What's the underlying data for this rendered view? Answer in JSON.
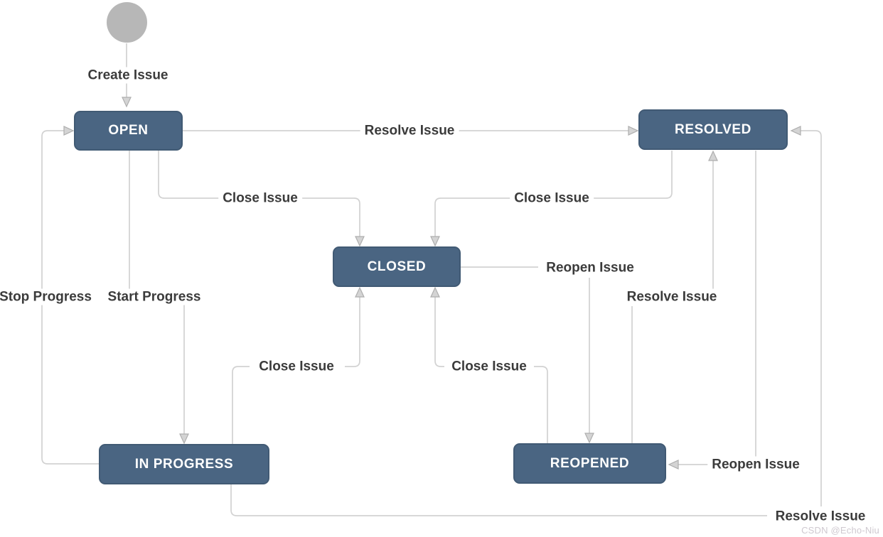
{
  "diagram": {
    "type": "issue-workflow-state-diagram",
    "nodes": {
      "start": {
        "kind": "initial-state"
      },
      "open": {
        "label": "OPEN"
      },
      "resolved": {
        "label": "RESOLVED"
      },
      "closed": {
        "label": "CLOSED"
      },
      "in_progress": {
        "label": "IN PROGRESS"
      },
      "reopened": {
        "label": "REOPENED"
      }
    },
    "transitions": [
      {
        "label": "Create Issue",
        "from": "start",
        "to": "open"
      },
      {
        "label": "Resolve Issue",
        "from": "open",
        "to": "resolved"
      },
      {
        "label": "Close Issue",
        "from": "open",
        "to": "closed"
      },
      {
        "label": "Close Issue",
        "from": "resolved",
        "to": "closed"
      },
      {
        "label": "Start Progress",
        "from": "open",
        "to": "in_progress"
      },
      {
        "label": "Stop Progress",
        "from": "in_progress",
        "to": "open"
      },
      {
        "label": "Close Issue",
        "from": "in_progress",
        "to": "closed"
      },
      {
        "label": "Close Issue",
        "from": "reopened",
        "to": "closed"
      },
      {
        "label": "Reopen Issue",
        "from": "closed",
        "to": "reopened"
      },
      {
        "label": "Resolve Issue",
        "from": "reopened",
        "to": "resolved"
      },
      {
        "label": "Reopen Issue",
        "from": "resolved",
        "to": "reopened"
      },
      {
        "label": "Resolve Issue",
        "from": "in_progress",
        "to": "resolved"
      }
    ],
    "colors": {
      "node_fill": "#4a6582",
      "node_border": "#415a74",
      "node_text": "#ffffff",
      "edge_line": "#d2d2d2",
      "arrowhead": "#d4d4d4",
      "label_text": "#3b3b3b",
      "start_node": "#b7b7b7"
    }
  },
  "watermark": "CSDN @Echo-Niu"
}
